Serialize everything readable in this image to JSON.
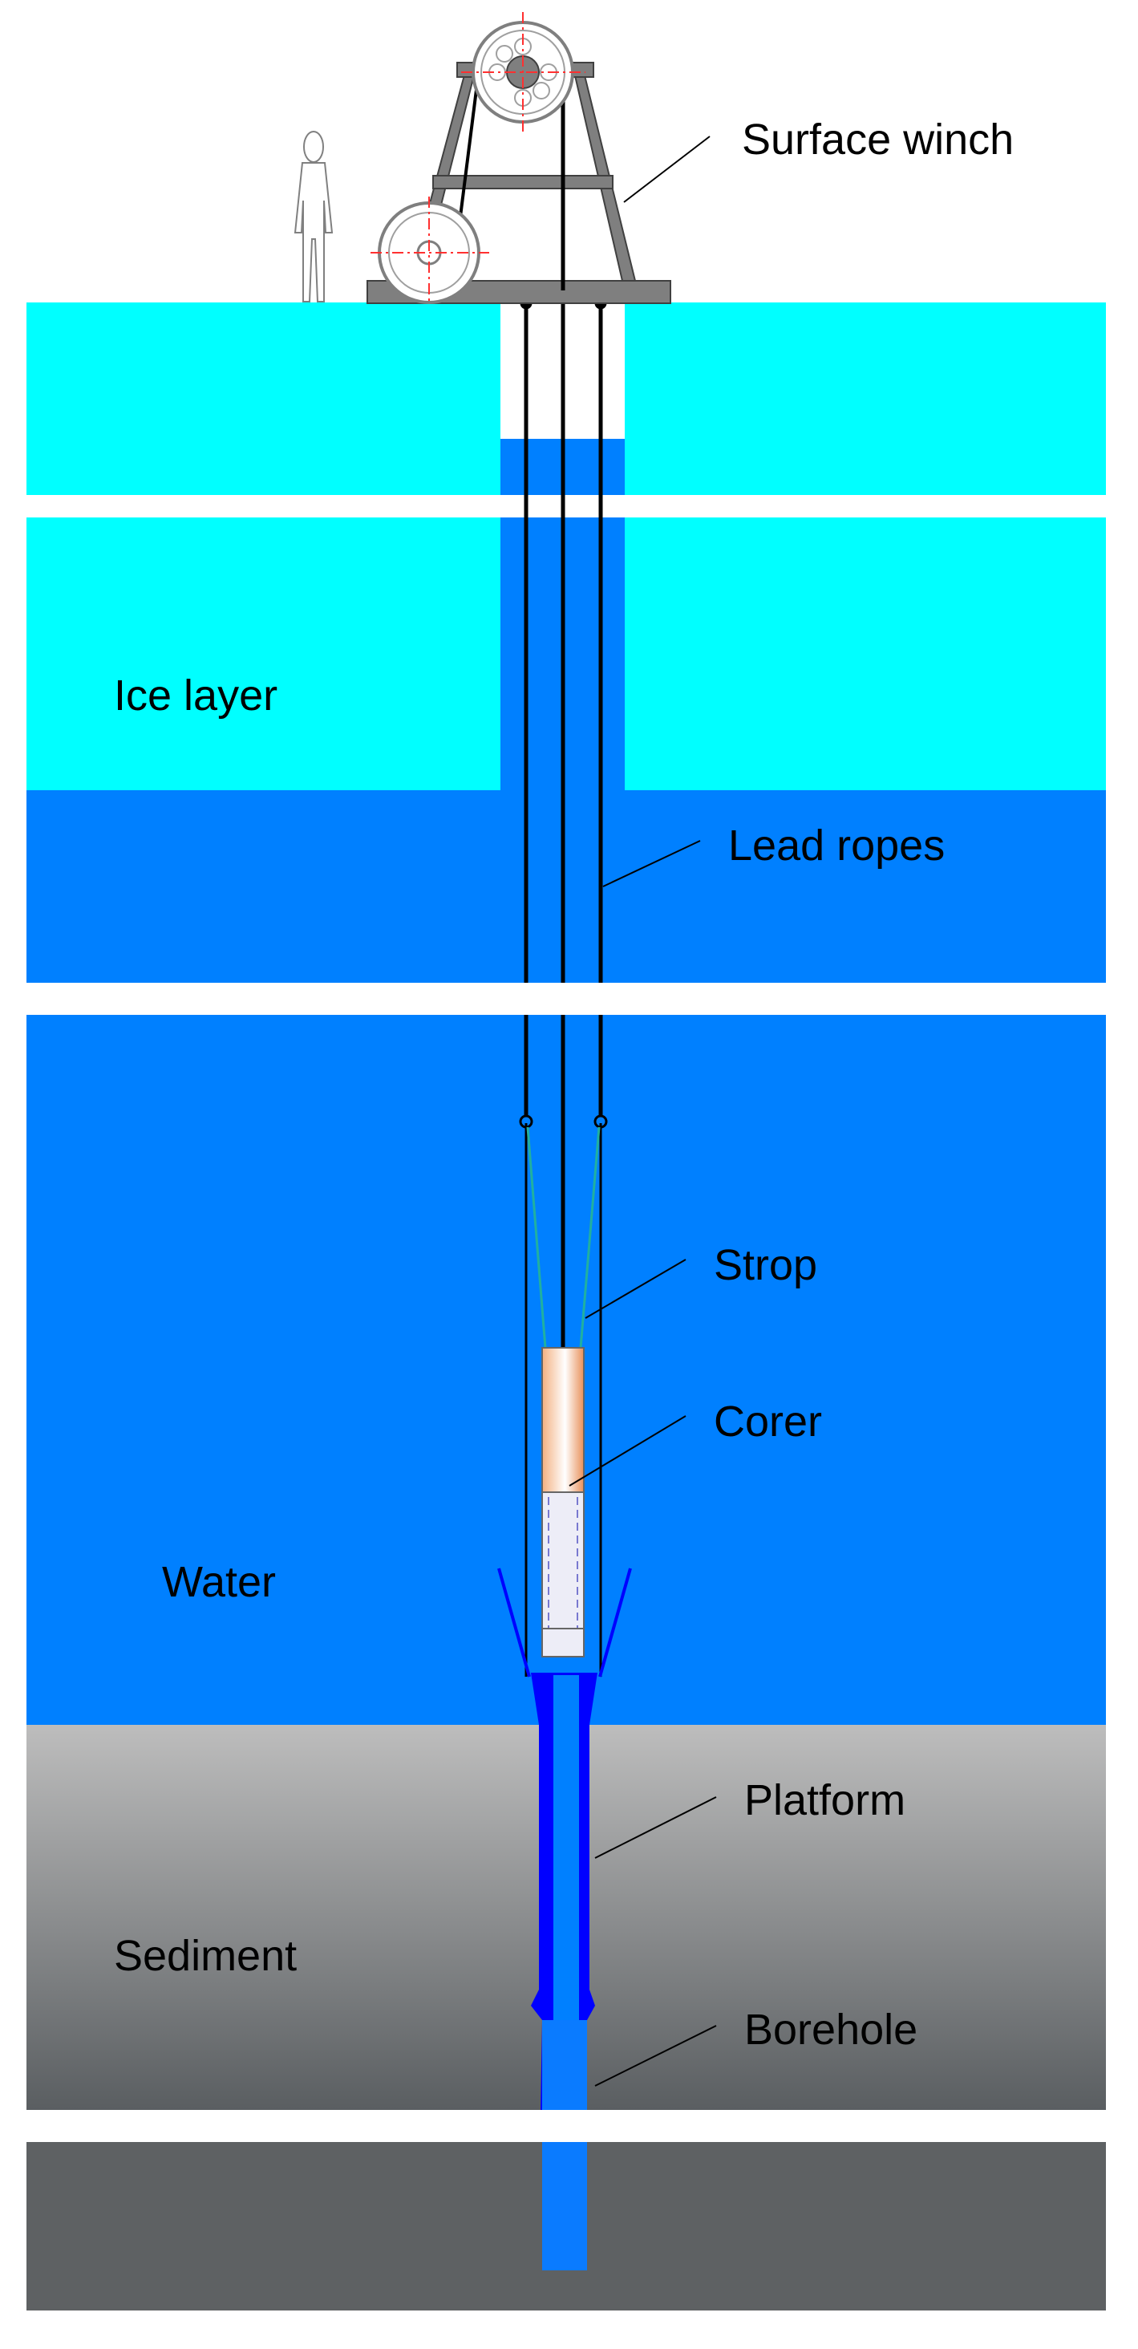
{
  "labels": {
    "surface_winch": "Surface winch",
    "ice_layer": "Ice layer",
    "lead_ropes": "Lead ropes",
    "strop": "Strop",
    "corer": "Corer",
    "water": "Water",
    "platform": "Platform",
    "sediment": "Sediment",
    "borehole": "Borehole"
  },
  "colors": {
    "ice": "#00FFFF",
    "water": "#0080FF",
    "platform": "#0000FF",
    "corer": "#F0A070",
    "sediment_top": "#BDBDBD",
    "sediment_bottom": "#5A5E61",
    "bedrock": "#5E6163",
    "winch_frame": "#7F7F7F",
    "strop": "#20B0A0",
    "red_axes": "#FF3030"
  }
}
